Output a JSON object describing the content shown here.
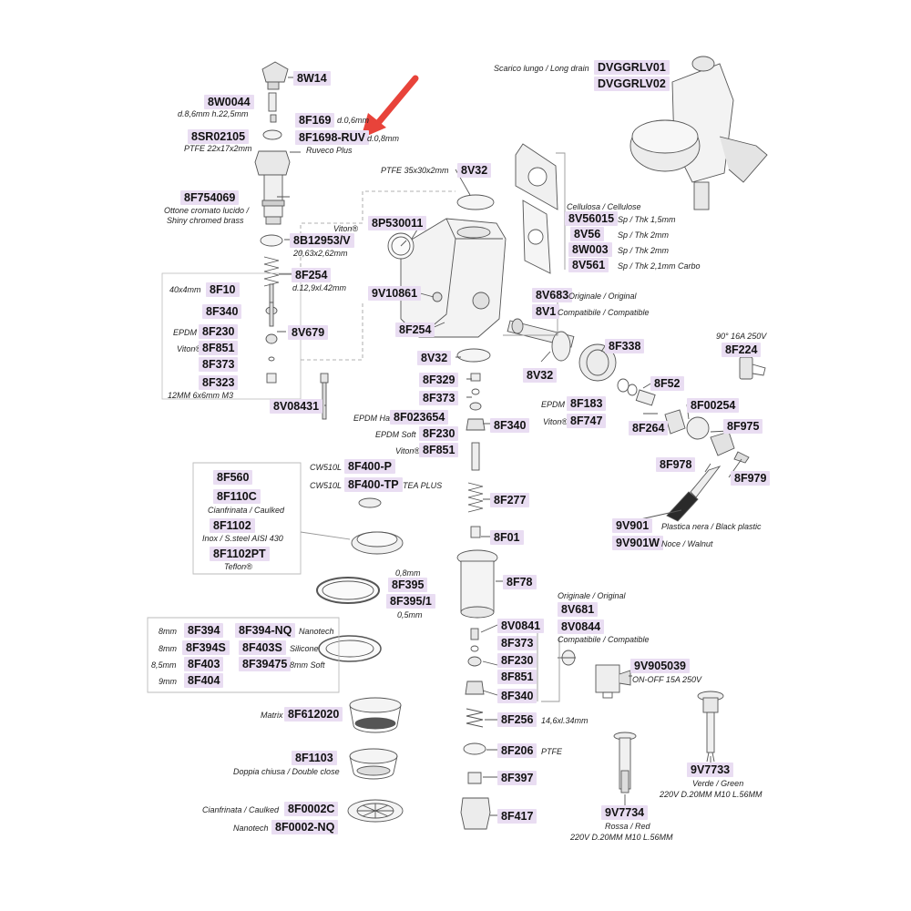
{
  "colors": {
    "label_bg": "#e9ddf2",
    "line": "#555555",
    "arrow": "#e8433a"
  },
  "labels": {
    "8W14": "8W14",
    "8W0044": "8W0044",
    "8F169": "8F169",
    "8F1698RUV": "8F1698-RUV",
    "8SR02105": "8SR02105",
    "8F754069": "8F754069",
    "8B12953V": "8B12953/V",
    "8F254a": "8F254",
    "8F10": "8F10",
    "8F340a": "8F340",
    "8F230a": "8F230",
    "8F851a": "8F851",
    "8V679": "8V679",
    "8F373a": "8F373",
    "8F323": "8F323",
    "8V08431": "8V08431",
    "8V32a": "8V32",
    "8P530011": "8P530011",
    "9V10861": "9V10861",
    "8F254b": "8F254",
    "8V32b": "8V32",
    "8F329": "8F329",
    "8F373b": "8F373",
    "8F023654": "8F023654",
    "8F230b": "8F230",
    "8F340b": "8F340",
    "8F851b": "8F851",
    "8F400P": "8F400-P",
    "8F400TP": "8F400-TP",
    "8F277": "8F277",
    "8F01": "8F01",
    "8F560": "8F560",
    "8F110C": "8F110C",
    "8F1102": "8F1102",
    "8F1102PT": "8F1102PT",
    "8F395": "8F395",
    "8F3951": "8F395/1",
    "8F78": "8F78",
    "8F394": "8F394",
    "8F394NQ": "8F394-NQ",
    "8F394S": "8F394S",
    "8F403S": "8F403S",
    "8F403": "8F403",
    "8F39475": "8F39475",
    "8F404": "8F404",
    "8V0841": "8V0841",
    "8F373c": "8F373",
    "8F230c": "8F230",
    "8F851c": "8F851",
    "8F340c": "8F340",
    "8V681": "8V681",
    "8V0844": "8V0844",
    "8F612020": "8F612020",
    "8F256": "8F256",
    "8F1103": "8F1103",
    "8F206": "8F206",
    "8F397": "8F397",
    "8F0002C": "8F0002C",
    "8F0002NQ": "8F0002-NQ",
    "8F417": "8F417",
    "DVGGRLV01": "DVGGRLV01",
    "DVGGRLV02": "DVGGRLV02",
    "8V32c": "8V32",
    "8V56015": "8V56015",
    "8V56": "8V56",
    "8W003": "8W003",
    "8V561": "8V561",
    "8V683": "8V683",
    "8V1": "8V1",
    "8F338": "8F338",
    "8V32d": "8V32",
    "8F52": "8F52",
    "8F224": "8F224",
    "8F183": "8F183",
    "8F747": "8F747",
    "8F00254": "8F00254",
    "8F264": "8F264",
    "8F975": "8F975",
    "8F978": "8F978",
    "8F979": "8F979",
    "9V901": "9V901",
    "9V901W": "9V901W",
    "9V905039": "9V905039",
    "9V7733": "9V7733",
    "9V7734": "9V7734"
  },
  "notes": {
    "n_8W0044": "d.8,6mm h.22,5mm",
    "n_8F169": "d.0,6mm",
    "n_8F1698": "d.0,8mm",
    "n_ruveco": "Ruveco Plus",
    "n_ptfe22": "PTFE 22x17x2mm",
    "n_ottone": "Ottone cromato lucido /",
    "n_shiny": "Shiny chromed brass",
    "n_viton1": "Viton®",
    "n_or2063": "20,63x2,62mm",
    "n_d129": "d.12,9xl.42mm",
    "n_40x4": "40x4mm",
    "n_epdm1": "EPDM",
    "n_viton2": "Viton®",
    "n_12mm": "12MM 6x6mm M3",
    "n_ptfe35": "PTFE 35x30x2mm",
    "n_epdmhard": "EPDM Hard",
    "n_epdmsoft": "EPDM Soft",
    "n_viton3": "Viton®",
    "n_cw510a": "CW510L",
    "n_cw510b": "CW510L",
    "n_teaplus": "TEA PLUS",
    "n_cianf1": "Cianfrinata / Caulked",
    "n_inox": "Inox / S.steel AISI 430",
    "n_teflon": "Teflon®",
    "n_08mm": "0,8mm",
    "n_05mm": "0,5mm",
    "n_8mm1": "8mm",
    "n_nanotech1": "Nanotech",
    "n_8mm2": "8mm",
    "n_silicone": "Silicone",
    "n_85mm": "8,5mm",
    "n_8mmsoft": "8mm Soft",
    "n_9mm": "9mm",
    "n_matrix": "Matrix",
    "n_146": "14,6xl.34mm",
    "n_doppia": "Doppia chiusa / Double close",
    "n_ptfe": "PTFE",
    "n_cianf2": "Cianfrinata / Caulked",
    "n_nanotech2": "Nanotech",
    "n_orig1": "Originale / Original",
    "n_compat1": "Compatibile / Compatible",
    "n_onoff": "ON-OFF 15A 250V",
    "n_verde": "Verde / Green",
    "n_220a": "220V D.20MM M10 L.56MM",
    "n_rossa": "Rossa / Red",
    "n_220b": "220V D.20MM M10 L.56MM",
    "n_scarico": "Scarico lungo / Long drain",
    "n_cellulosa": "Cellulosa / Cellulose",
    "n_thk15": "Sp / Thk 1,5mm",
    "n_thk2a": "Sp / Thk 2mm",
    "n_thk2b": "Sp / Thk 2mm",
    "n_thk21": "Sp / Thk 2,1mm Carbo",
    "n_orig2": "Originale / Original",
    "n_compat2": "Compatibile / Compatible",
    "n_90": "90° 16A 250V",
    "n_epdm2": "EPDM",
    "n_viton4": "Viton®",
    "n_plastica": "Plastica nera / Black plastic",
    "n_noce": "Noce / Walnut"
  }
}
